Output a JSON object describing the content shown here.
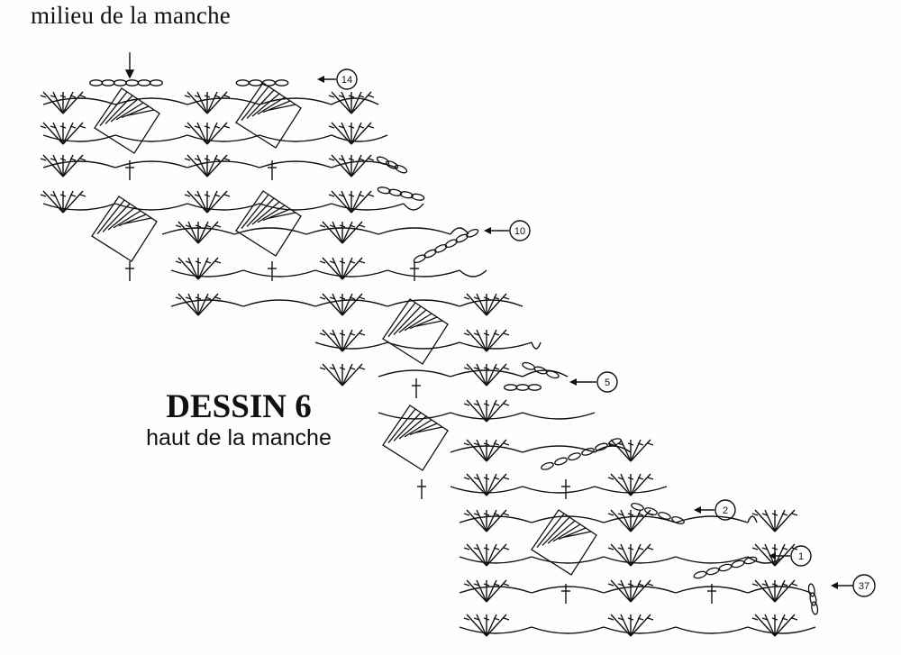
{
  "labels": {
    "top": "milieu de la manche",
    "title": "DESSIN 6",
    "subtitle": "haut de la manche"
  },
  "row_markers": [
    "14",
    "10",
    "5",
    "2",
    "1",
    "37"
  ],
  "colors": {
    "ink": "#111111",
    "background": "#fdfdfd"
  }
}
